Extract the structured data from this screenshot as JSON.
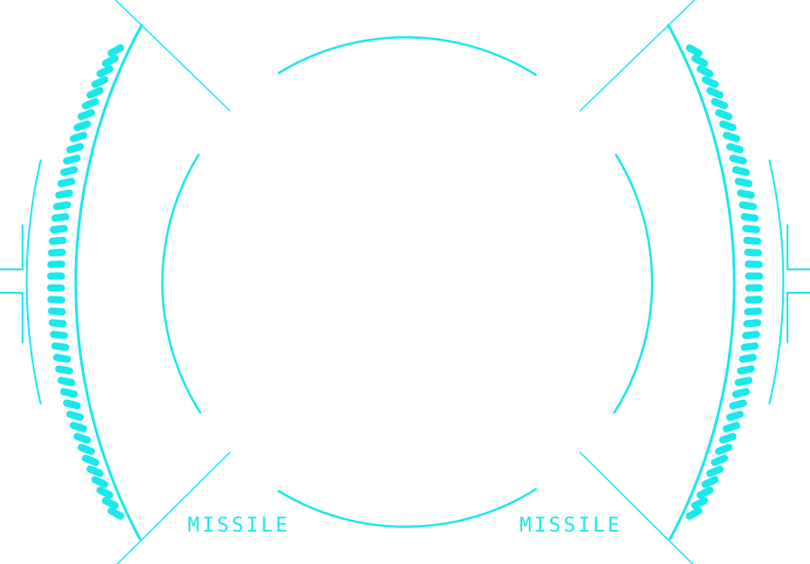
{
  "hud": {
    "accent_color": "#19e8ec",
    "left_weapon_label": "MISSILE",
    "right_weapon_label": "MISSILE",
    "left_gauge": {
      "segments_total": 42,
      "segments_lit": 42
    },
    "right_gauge": {
      "segments_total": 42,
      "segments_lit": 42
    }
  }
}
